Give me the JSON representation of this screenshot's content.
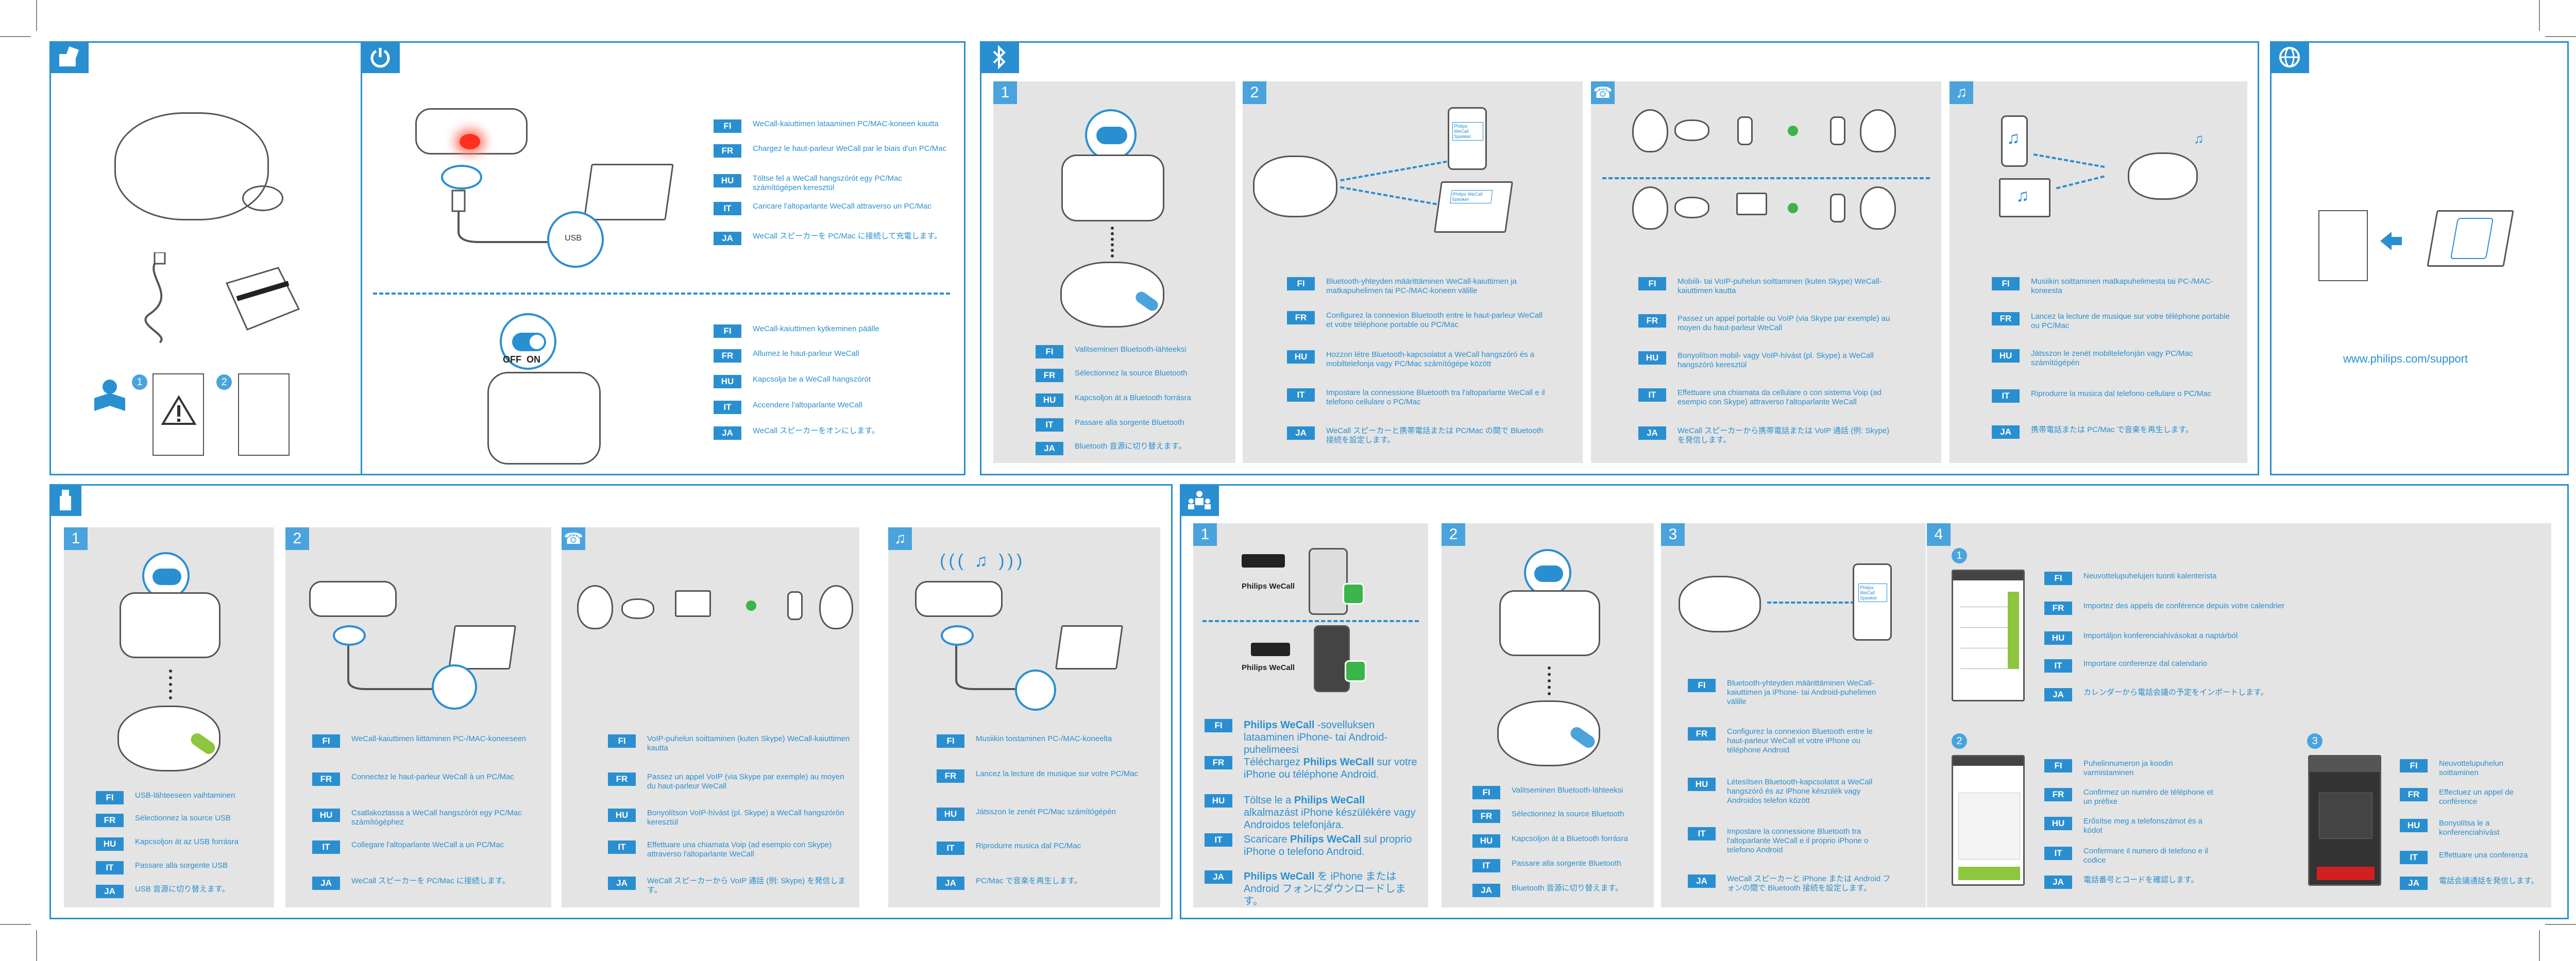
{
  "sections": {
    "box": {
      "icon": "box-contents-icon"
    },
    "power": {
      "icon": "power-icon",
      "charge": {
        "usb_label": "USB",
        "langs": [
          {
            "code": "FI",
            "text": "WeCall-kaiuttimen lataaminen PC/MAC-koneen kautta"
          },
          {
            "code": "FR",
            "text": "Chargez le haut-parleur WeCall par le biais d'un PC/Mac"
          },
          {
            "code": "HU",
            "text": "Töltse fel a WeCall hangszórót egy PC/Mac számítógépen keresztül"
          },
          {
            "code": "IT",
            "text": "Caricare l'altoparlante WeCall attraverso un PC/Mac"
          },
          {
            "code": "JA",
            "text": "WeCall スピーカーを PC/Mac に接続して充電します。"
          }
        ]
      },
      "onoff": {
        "off_label": "OFF",
        "on_label": "ON",
        "langs": [
          {
            "code": "FI",
            "text": "WeCall-kaiuttimen kytkeminen päälle"
          },
          {
            "code": "FR",
            "text": "Allumez le haut-parleur WeCall"
          },
          {
            "code": "HU",
            "text": "Kapcsolja be a WeCall hangszórót"
          },
          {
            "code": "IT",
            "text": "Accendere l'altoparlante WeCall"
          },
          {
            "code": "JA",
            "text": "WeCall スピーカーをオンにします。"
          }
        ]
      }
    },
    "bluetooth": {
      "icon": "bluetooth-icon",
      "panel1": {
        "num": "1",
        "langs": [
          {
            "code": "FI",
            "text": "Valitseminen Bluetooth-lähteeksi"
          },
          {
            "code": "FR",
            "text": "Sélectionnez la source Bluetooth"
          },
          {
            "code": "HU",
            "text": "Kapcsoljon át a Bluetooth forrásra"
          },
          {
            "code": "IT",
            "text": "Passare alla sorgente Bluetooth"
          },
          {
            "code": "JA",
            "text": "Bluetooth 音源に切り替えます。"
          }
        ]
      },
      "panel2": {
        "num": "2",
        "phone_label": "Philips WeCall Speaker",
        "laptop_label": "Philips WeCall Speaker",
        "langs": [
          {
            "code": "FI",
            "text": "Bluetooth-yhteyden määrittäminen WeCall-kaiuttimen ja matkapuhelimen tai PC-/MAC-koneen välille"
          },
          {
            "code": "FR",
            "text": "Configurez la connexion Bluetooth entre le haut-parleur WeCall et votre téléphone portable ou PC/Mac"
          },
          {
            "code": "HU",
            "text": "Hozzon létre Bluetooth-kapcsolatot a WeCall hangszóró és a mobiltelefonja vagy PC/Mac számítógépe között"
          },
          {
            "code": "IT",
            "text": "Impostare la connessione Bluetooth tra l'altoparlante WeCall e il telefono cellulare o PC/Mac"
          },
          {
            "code": "JA",
            "text": "WeCall スピーカーと携帯電話または PC/Mac の間で Bluetooth 接続を設定します。"
          }
        ]
      },
      "panel3": {
        "icon": "phone-icon",
        "langs": [
          {
            "code": "FI",
            "text": "Mobiili- tai VoIP-puhelun soittaminen (kuten Skype) WeCall-kaiuttimen kautta"
          },
          {
            "code": "FR",
            "text": "Passez un appel portable ou VoIP (via Skype par exemple) au moyen du haut-parleur WeCall"
          },
          {
            "code": "HU",
            "text": "Bonyolítson mobil- vagy VoIP-hívást (pl. Skype) a WeCall hangszóró keresztül"
          },
          {
            "code": "IT",
            "text": "Effettuare una chiamata da cellulare o con sistema Voip (ad esempio con Skype) attraverso l'altoparlante WeCall"
          },
          {
            "code": "JA",
            "text": "WeCall スピーカーから携帯電話または VoIP 通話 (例: Skype) を発信します。"
          }
        ]
      },
      "panel4": {
        "icon": "music-icon",
        "langs": [
          {
            "code": "FI",
            "text": "Musiikin soittaminen matkapuhelimesta tai PC-/MAC-koneesta"
          },
          {
            "code": "FR",
            "text": "Lancez la lecture de musique sur votre téléphone portable ou PC/Mac"
          },
          {
            "code": "HU",
            "text": "Játsszon le zenét mobiltelefonján vagy PC/Mac számítógépén"
          },
          {
            "code": "IT",
            "text": "Riprodurre la musica dal telefono cellulare o PC/Mac"
          },
          {
            "code": "JA",
            "text": "携帯電話または PC/Mac で音楽を再生します。"
          }
        ]
      }
    },
    "support": {
      "icon": "globe-icon",
      "url": "www.philips.com/support"
    },
    "usb": {
      "icon": "usb-icon",
      "panel1": {
        "num": "1",
        "langs": [
          {
            "code": "FI",
            "text": "USB-lähteeseen vaihtaminen"
          },
          {
            "code": "FR",
            "text": "Sélectionnez la source USB"
          },
          {
            "code": "HU",
            "text": "Kapcsoljon át az USB forrásra"
          },
          {
            "code": "IT",
            "text": "Passare alla sorgente USB"
          },
          {
            "code": "JA",
            "text": "USB 音源に切り替えます。"
          }
        ]
      },
      "panel2": {
        "num": "2",
        "langs": [
          {
            "code": "FI",
            "text": "WeCall-kaiuttimen liittäminen PC-/MAC-koneeseen"
          },
          {
            "code": "FR",
            "text": "Connectez le haut-parleur WeCall à un PC/Mac"
          },
          {
            "code": "HU",
            "text": "Csatlakoztassa a WeCall hangszórót egy PC/Mac számítógéphez"
          },
          {
            "code": "IT",
            "text": "Collegare l'altoparlante WeCall a un PC/Mac"
          },
          {
            "code": "JA",
            "text": "WeCall スピーカーを PC/Mac に接続します。"
          }
        ]
      },
      "panel3": {
        "icon": "phone-icon",
        "langs": [
          {
            "code": "FI",
            "text": "VoIP-puhelun soittaminen (kuten Skype) WeCall-kaiuttimen kautta"
          },
          {
            "code": "FR",
            "text": "Passez un appel VoIP (via Skype par exemple) au moyen du haut-parleur WeCall"
          },
          {
            "code": "HU",
            "text": "Bonyolítson VoIP-hívást (pl. Skype) a WeCall hangszórón keresztül"
          },
          {
            "code": "IT",
            "text": "Effettuare una chiamata Voip (ad esempio con Skype) attraverso l'altoparlante WeCall"
          },
          {
            "code": "JA",
            "text": "WeCall スピーカーから VoIP 通話 (例: Skype) を発信します。"
          }
        ]
      },
      "panel4": {
        "icon": "music-icon",
        "langs": [
          {
            "code": "FI",
            "text": "Musiikin toistaminen PC-/MAC-koneelta"
          },
          {
            "code": "FR",
            "text": "Lancez la lecture de musique sur votre PC/Mac"
          },
          {
            "code": "HU",
            "text": "Játsszon le zenét PC/Mac számítógépén"
          },
          {
            "code": "IT",
            "text": "Riprodurre musica dal PC/Mac"
          },
          {
            "code": "JA",
            "text": "PC/Mac で音楽を再生します。"
          }
        ]
      }
    },
    "conference": {
      "icon": "conference-icon",
      "panel1": {
        "num": "1",
        "app_label": "Philips WeCall",
        "langs": [
          {
            "code": "FI",
            "rich": [
              "Philips WeCall",
              " -sovelluksen lataaminen iPhone- tai Android-puhelimeesi"
            ]
          },
          {
            "code": "FR",
            "rich": [
              "Téléchargez ",
              "Philips WeCall",
              " sur votre iPhone ou téléphone Android."
            ]
          },
          {
            "code": "HU",
            "rich": [
              "Töltse le a ",
              "Philips WeCall",
              " alkalmazást iPhone készülékére vagy Androidos telefonjára."
            ]
          },
          {
            "code": "IT",
            "rich": [
              "Scaricare ",
              "Philips WeCall",
              " sul proprio iPhone o telefono Android."
            ]
          },
          {
            "code": "JA",
            "rich": [
              "Philips WeCall",
              " を iPhone または Android フォンにダウンロードします。"
            ]
          }
        ]
      },
      "panel2": {
        "num": "2",
        "langs": [
          {
            "code": "FI",
            "text": "Valitseminen Bluetooth-lähteeksi"
          },
          {
            "code": "FR",
            "text": "Sélectionnez la source Bluetooth"
          },
          {
            "code": "HU",
            "text": "Kapcsoljon át a Bluetooth forrásra"
          },
          {
            "code": "IT",
            "text": "Passare alla sorgente Bluetooth"
          },
          {
            "code": "JA",
            "text": "Bluetooth 音源に切り替えます。"
          }
        ]
      },
      "panel3": {
        "num": "3",
        "phone_label": "Philips WeCall Speaker",
        "langs": [
          {
            "code": "FI",
            "text": "Bluetooth-yhteyden määrittäminen WeCall-kaiuttimen ja iPhone- tai Android-puhelimen välille"
          },
          {
            "code": "FR",
            "text": "Configurez la connexion Bluetooth entre le haut-parleur WeCall et votre iPhone ou téléphone Android"
          },
          {
            "code": "HU",
            "text": "Létesítsen Bluetooth-kapcsolatot a WeCall hangszóró és az iPhone készülék vagy Androidos telefon között"
          },
          {
            "code": "IT",
            "text": "Impostare la connessione Bluetooth tra l'altoparlante WeCall e il proprio iPhone o telefono Android"
          },
          {
            "code": "JA",
            "text": "WeCall スピーカーと iPhone または Android フォンの間で Bluetooth 接続を設定します。"
          }
        ]
      },
      "panel4": {
        "num": "4",
        "step1": {
          "num": "1",
          "langs": [
            {
              "code": "FI",
              "text": "Neuvottelupuhelujen tuonti kalenterista"
            },
            {
              "code": "FR",
              "text": "Importez des appels de conférence depuis votre calendrier"
            },
            {
              "code": "HU",
              "text": "Importáljon konferenciahívásokat a naptárból"
            },
            {
              "code": "IT",
              "text": "Importare conferenze dal calendario"
            },
            {
              "code": "JA",
              "text": "カレンダーから電話会議の予定をインポートします。"
            }
          ]
        },
        "step2": {
          "num": "2",
          "langs": [
            {
              "code": "FI",
              "text": "Puhelinnumeron ja koodin varmistaminen"
            },
            {
              "code": "FR",
              "text": "Confirmez un numéro de téléphone et un préfixe"
            },
            {
              "code": "HU",
              "text": "Erősítse meg a telefonszámot és a kódot"
            },
            {
              "code": "IT",
              "text": "Confermare il numero di telefono e il codice"
            },
            {
              "code": "JA",
              "text": "電話番号とコードを確認します。"
            }
          ]
        },
        "step3": {
          "num": "3",
          "langs": [
            {
              "code": "FI",
              "text": "Neuvottelupuhelun soittaminen"
            },
            {
              "code": "FR",
              "text": "Effectuez un appel de conférence"
            },
            {
              "code": "HU",
              "text": "Bonyolítsa le a konferenciahívást"
            },
            {
              "code": "IT",
              "text": "Effettuare una conferenza"
            },
            {
              "code": "JA",
              "text": "電話会議通話を発信します。"
            }
          ]
        }
      }
    }
  }
}
